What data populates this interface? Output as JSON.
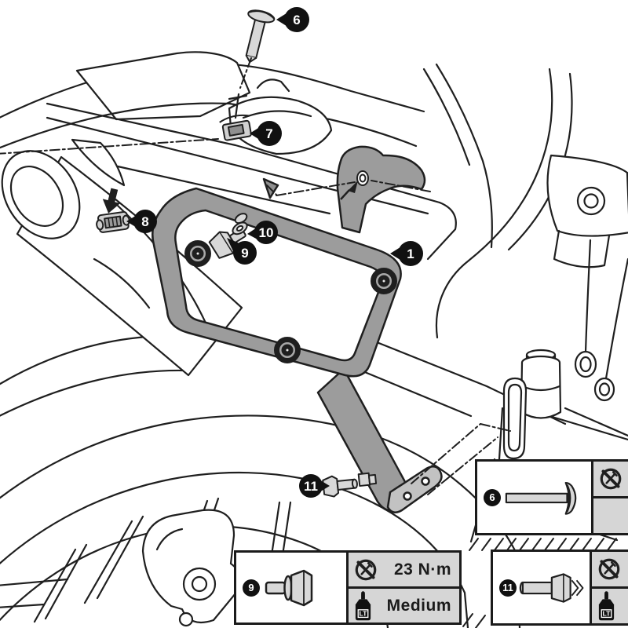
{
  "diagram_type": "motorcycle-side-carrier-assembly-instruction",
  "colors": {
    "background": "#ffffff",
    "line": "#1f1f1f",
    "carrier_gray": "#9c9c9c",
    "carrier_foot_gray": "#c2c2c2",
    "fastener_gray": "#d8d8d8",
    "spec_cell_gray": "#d6d6d6",
    "badge_black": "#111111"
  },
  "callouts": [
    {
      "number": "6",
      "part": "flat-head-screw"
    },
    {
      "number": "7",
      "part": "clip-nut"
    },
    {
      "number": "8",
      "part": "clip-nut"
    },
    {
      "number": "9",
      "part": "hex-flange-bolt"
    },
    {
      "number": "10",
      "part": "washer"
    },
    {
      "number": "1",
      "part": "side-carrier-frame"
    },
    {
      "number": "11",
      "part": "hex-bolt"
    }
  ],
  "spec_boxes": [
    {
      "part_number": "6",
      "icons": [
        "no-power-tool-icon"
      ],
      "torque": "",
      "threadlock": "",
      "bottle_label": ""
    },
    {
      "part_number": "9",
      "icons": [
        "no-power-tool-icon",
        "threadlocker-bottle-icon"
      ],
      "torque": "23 N·m",
      "threadlock": "Medium",
      "bottle_label": "LT"
    },
    {
      "part_number": "11",
      "icons": [
        "no-power-tool-icon",
        "threadlocker-bottle-icon"
      ],
      "torque": "",
      "threadlock": "",
      "bottle_label": "LT"
    }
  ]
}
